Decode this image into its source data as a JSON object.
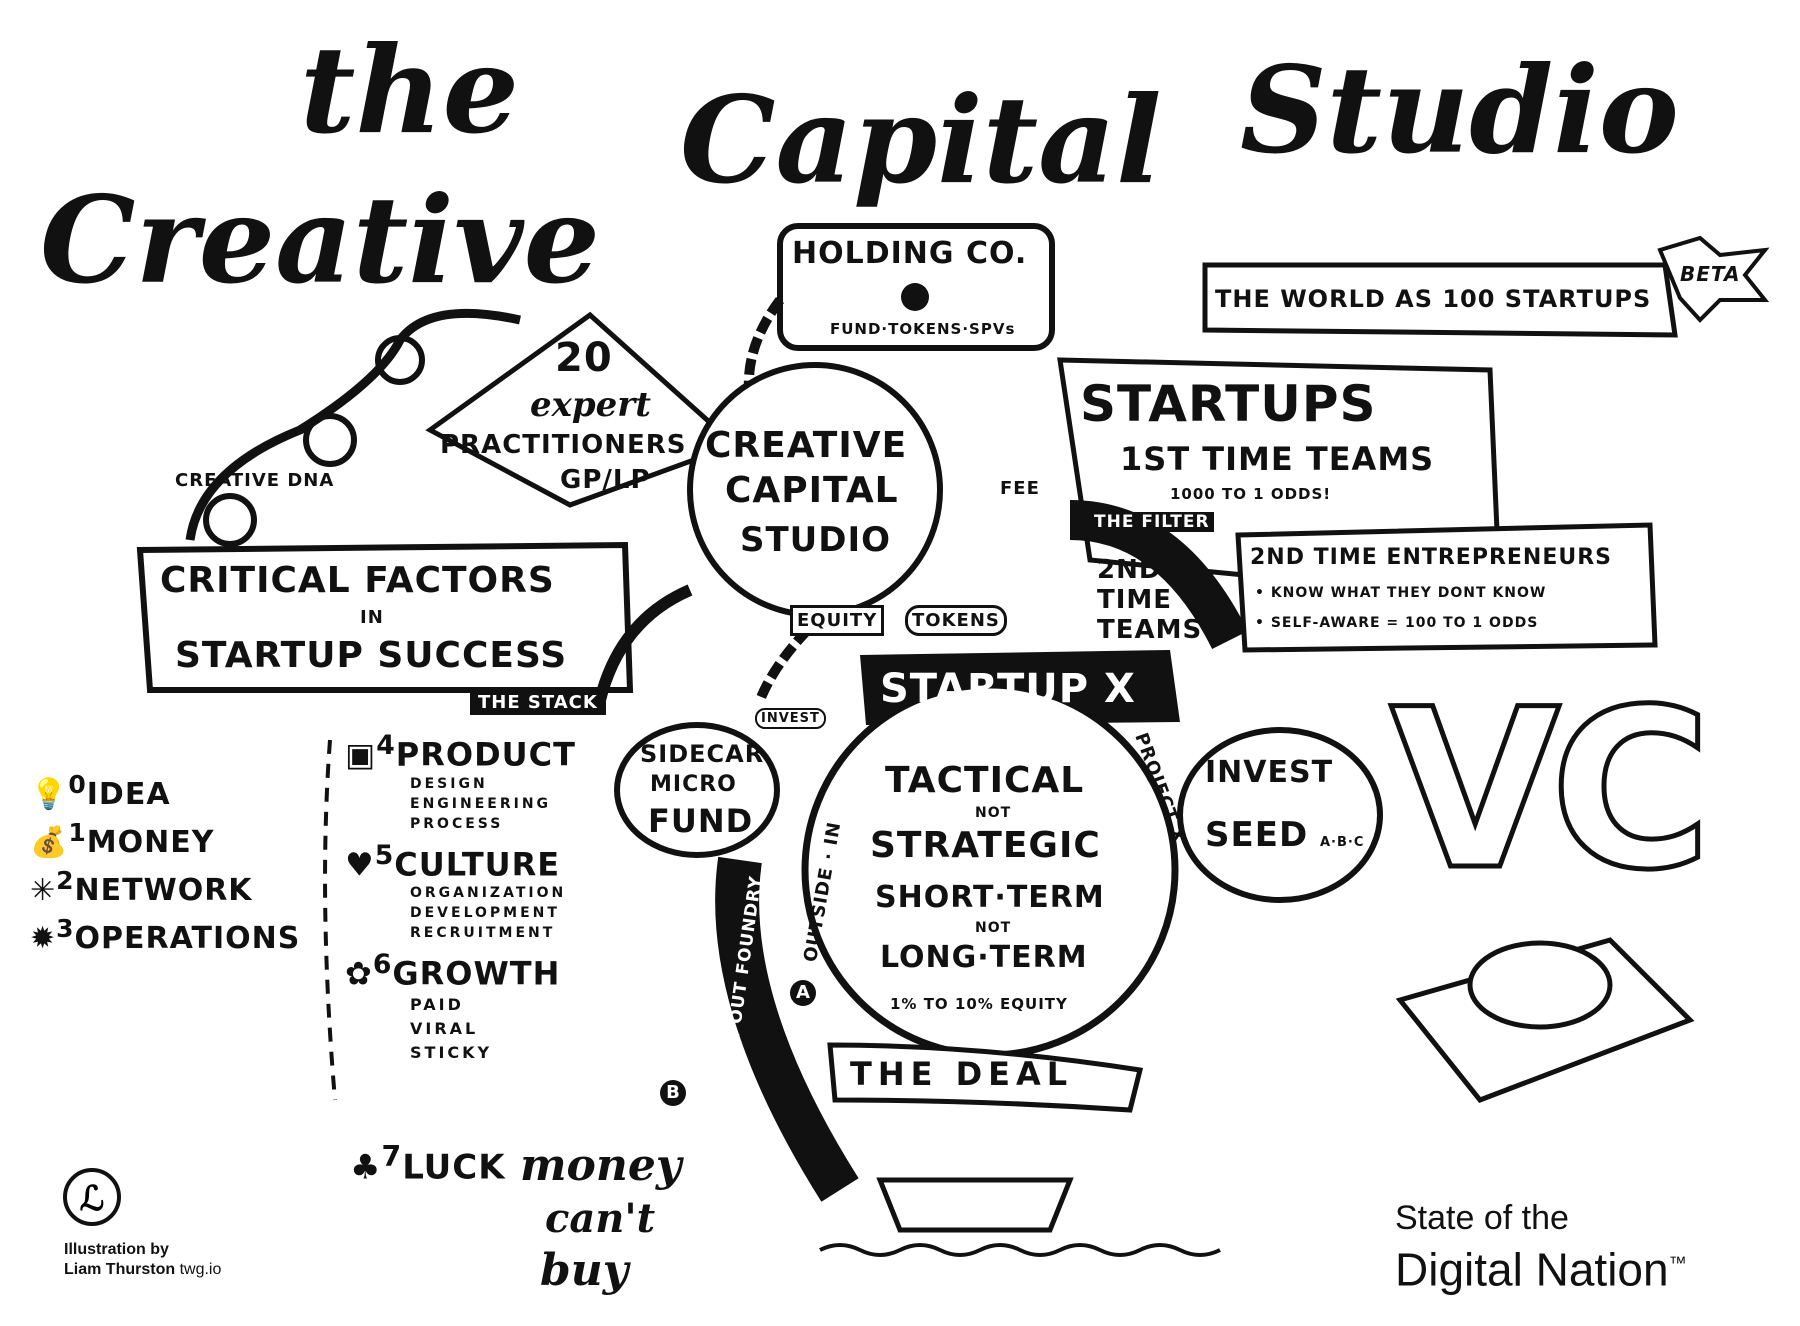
{
  "title": {
    "line1": "the",
    "line2": "Creative",
    "line3": "Capital",
    "line4": "Studio"
  },
  "holding_co": {
    "title": "HOLDING CO.",
    "subtitle": "FUND·TOKENS·SPVs"
  },
  "world_banner": {
    "text": "THE WORLD AS 100 STARTUPS",
    "badge": "BETA"
  },
  "practitioners": {
    "number": "20",
    "expert": "expert",
    "label": "PRACTITIONERS",
    "sub": "GP/LP"
  },
  "creative_dna": "CREATIVE DNA",
  "critical_factors": {
    "line1": "CRITICAL FACTORS",
    "line2": "IN",
    "line3": "STARTUP SUCCESS"
  },
  "studio_circle": {
    "line1": "CREATIVE",
    "line2": "CAPITAL",
    "line3": "STUDIO"
  },
  "startups_banner": {
    "title": "STARTUPS",
    "sub": "1ST TIME TEAMS",
    "odds": "1000 TO 1 ODDS!"
  },
  "fee": "FEE",
  "filter": "THE FILTER",
  "second_teams": {
    "line1": "2ND",
    "line2": "TIME",
    "line3": "TEAMS"
  },
  "entrepreneurs": {
    "title": "2ND TIME ENTREPRENEURS",
    "bullets": [
      "• KNOW WHAT THEY DONT KNOW",
      "• SELF-AWARE = 100 TO 1 ODDS"
    ]
  },
  "the_stack": "THE STACK",
  "equity": "EQUITY",
  "tokens": "TOKENS",
  "startup_x": "STARTUP X",
  "invest_small": "INVEST",
  "sidecar": {
    "line1": "SIDECAR",
    "line2": "MICRO",
    "line3": "FUND"
  },
  "deal_circle": {
    "line1": "TACTICAL",
    "line2": "NOT",
    "line3": "STRATEGIC",
    "line4": "SHORT·TERM",
    "line5": "NOT",
    "line6": "LONG·TERM",
    "equity_range": "1% TO 10% EQUITY",
    "outside_in": "OUTSIDE · IN",
    "project_x": "PROJECT X"
  },
  "foundry": "INSIDE·OUT FOUNDRY",
  "marker_a": "A",
  "marker_b": "B",
  "the_deal": "THE DEAL",
  "invest_seed": {
    "line1": "INVEST",
    "line2": "SEED",
    "line3": "A·B·C"
  },
  "vc": "VC",
  "stack_left": [
    {
      "num": "0",
      "label": "IDEA",
      "icon": "lightbulb-icon"
    },
    {
      "num": "1",
      "label": "MONEY",
      "icon": "money-bag-icon"
    },
    {
      "num": "2",
      "label": "NETWORK",
      "icon": "network-icon"
    },
    {
      "num": "3",
      "label": "OPERATIONS",
      "icon": "gear-icon"
    }
  ],
  "stack_right": [
    {
      "num": "4",
      "label": "PRODUCT",
      "sub": [
        "DESIGN",
        "ENGINEERING",
        "PROCESS"
      ],
      "icon": "box-icon"
    },
    {
      "num": "5",
      "label": "CULTURE",
      "sub": [
        "ORGANIZATION",
        "DEVELOPMENT",
        "RECRUITMENT"
      ],
      "icon": "heart-icon"
    },
    {
      "num": "6",
      "label": "GROWTH",
      "sub": [
        "PAID",
        "VIRAL",
        "STICKY"
      ],
      "icon": "plant-icon"
    }
  ],
  "luck": {
    "num": "7",
    "label": "LUCK",
    "icon": "clover-icon"
  },
  "money_cant_buy": {
    "line1": "money",
    "line2": "can't",
    "line3": "buy"
  },
  "credit": {
    "line1": "Illustration by",
    "name": "Liam Thurston",
    "site": "twg.io"
  },
  "brand": {
    "line1": "State of the",
    "line2": "Digital Nation",
    "tm": "™"
  }
}
